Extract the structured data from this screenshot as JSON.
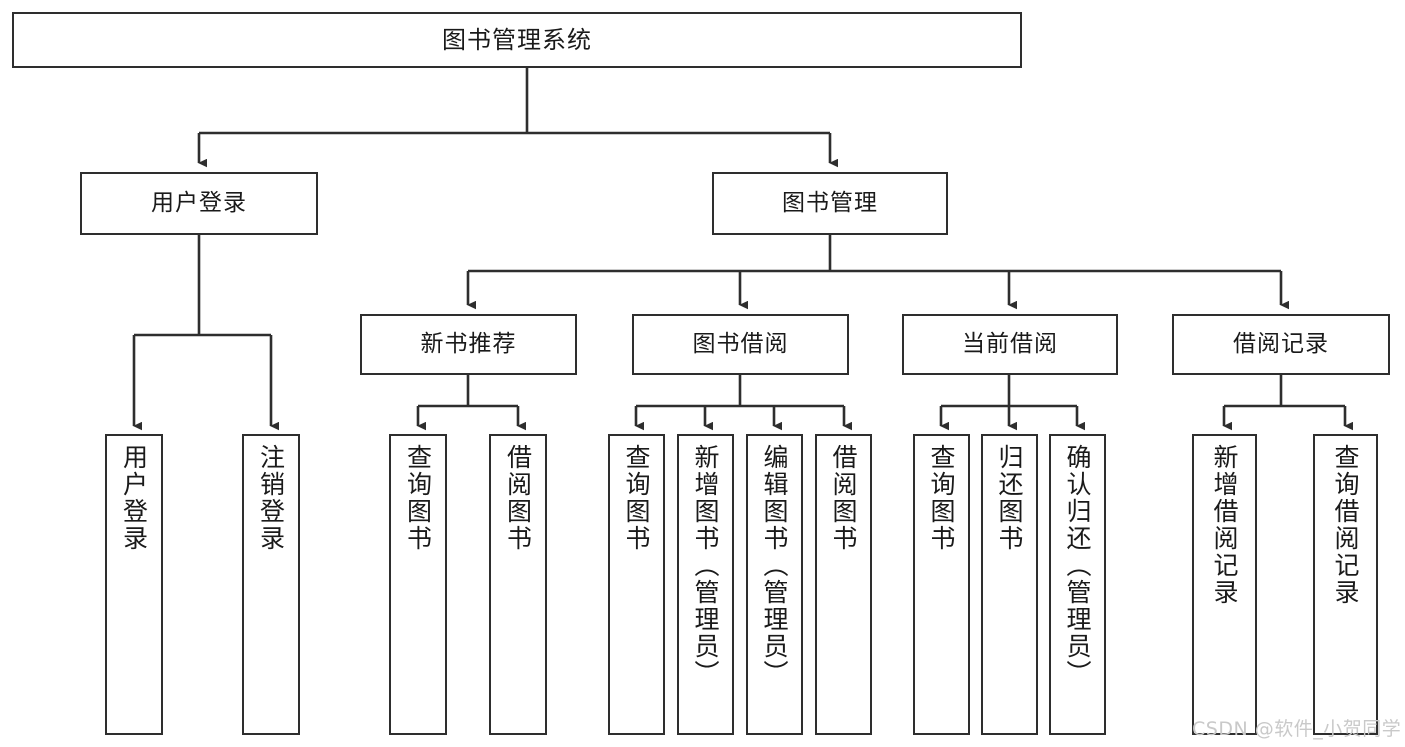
{
  "diagram": {
    "type": "tree",
    "title": "图书管理系统",
    "orientation": "top-down",
    "colors": {
      "stroke": "#2e2e2e",
      "fill": "#ffffff",
      "text": "#1a1a1a",
      "watermark": "#c9c9c9"
    },
    "root": {
      "label": "图书管理系统"
    },
    "level1": [
      {
        "id": "user-login",
        "label": "用户登录"
      },
      {
        "id": "book-manage",
        "label": "图书管理"
      }
    ],
    "level2": [
      {
        "id": "new-book-rec",
        "label": "新书推荐",
        "parent": "book-manage"
      },
      {
        "id": "book-borrow",
        "label": "图书借阅",
        "parent": "book-manage"
      },
      {
        "id": "current-borrow",
        "label": "当前借阅",
        "parent": "book-manage"
      },
      {
        "id": "borrow-record",
        "label": "借阅记录",
        "parent": "book-manage"
      }
    ],
    "leaves": {
      "user_login": [
        {
          "id": "leaf-user-login",
          "label": "用户登录"
        },
        {
          "id": "leaf-user-logout",
          "label": "注销登录"
        }
      ],
      "new_book_rec": [
        {
          "id": "leaf-query-book-1",
          "label": "查询图书"
        },
        {
          "id": "leaf-borrow-book-1",
          "label": "借阅图书"
        }
      ],
      "book_borrow": [
        {
          "id": "leaf-query-book-2",
          "label": "查询图书"
        },
        {
          "id": "leaf-add-book",
          "label": "新增图书（管理员）"
        },
        {
          "id": "leaf-edit-book",
          "label": "编辑图书（管理员）"
        },
        {
          "id": "leaf-borrow-book-2",
          "label": "借阅图书"
        }
      ],
      "current_borrow": [
        {
          "id": "leaf-query-book-3",
          "label": "查询图书"
        },
        {
          "id": "leaf-return-book",
          "label": "归还图书"
        },
        {
          "id": "leaf-confirm-return",
          "label": "确认归还（管理员）"
        }
      ],
      "borrow_record": [
        {
          "id": "leaf-add-record",
          "label": "新增借阅记录"
        },
        {
          "id": "leaf-query-record",
          "label": "查询借阅记录"
        }
      ]
    }
  },
  "watermark": {
    "text": "CSDN @软件_小贺同学"
  }
}
